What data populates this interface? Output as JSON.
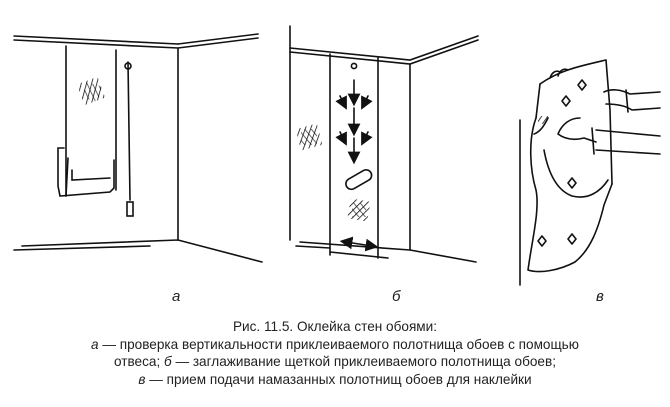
{
  "panels": [
    {
      "id": "a",
      "label": "а"
    },
    {
      "id": "b",
      "label": "б"
    },
    {
      "id": "c",
      "label": "в"
    }
  ],
  "caption": {
    "title": "Рис. 11.5. Оклейка стен обоями:",
    "line1": {
      "letter": "а",
      "text": " — проверка вертикальности приклеиваемого полотнища обоев с помощью"
    },
    "line2": {
      "text_before": "отвеса; ",
      "letter": "б",
      "text_after": " — заглаживание щеткой приклеиваемого полотнища обоев;"
    },
    "line3": {
      "letter": "в",
      "text": " — прием подачи намазанных полотнищ обоев для наклейки"
    }
  }
}
